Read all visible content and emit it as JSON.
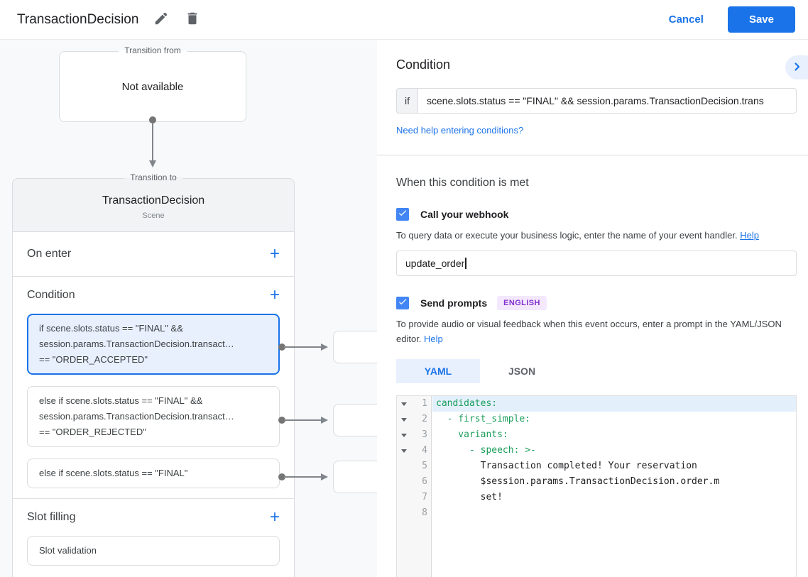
{
  "colors": {
    "accent_blue": "#1a73e8",
    "checkbox_blue": "#4285f4",
    "badge_bg": "#f3e8fd",
    "badge_text": "#8430ce",
    "selected_card_bg": "#e8f0fe",
    "selected_card_border": "#1a73e8",
    "code_key_green": "#1a9e5a",
    "active_code_line_bg": "#e3f0fc"
  },
  "header": {
    "title": "TransactionDecision",
    "cancel_label": "Cancel",
    "save_label": "Save"
  },
  "diagram": {
    "transition_from": {
      "legend": "Transition from",
      "content": "Not available"
    },
    "transition_to": {
      "legend": "Transition to",
      "title": "TransactionDecision",
      "subtitle": "Scene",
      "on_enter_label": "On enter",
      "condition_label": "Condition",
      "condition_items": [
        {
          "selected": true,
          "lines": [
            "if scene.slots.status == \"FINAL\" &&",
            "session.params.TransactionDecision.transact…",
            "== \"ORDER_ACCEPTED\""
          ]
        },
        {
          "selected": false,
          "lines": [
            "else if scene.slots.status == \"FINAL\" &&",
            "session.params.TransactionDecision.transact…",
            "== \"ORDER_REJECTED\""
          ]
        },
        {
          "selected": false,
          "lines": [
            "else if scene.slots.status == \"FINAL\""
          ]
        }
      ],
      "slot_filling_label": "Slot filling",
      "slot_items": [
        "Slot validation"
      ]
    }
  },
  "condition_panel": {
    "heading": "Condition",
    "if_label": "if",
    "if_value": "scene.slots.status == \"FINAL\" && session.params.TransactionDecision.trans",
    "help_link": "Need help entering conditions?"
  },
  "when_met": {
    "heading": "When this condition is met",
    "webhook_label": "Call your webhook",
    "webhook_description": "To query data or execute your business logic, enter the name of your event handler.",
    "webhook_help": "Help",
    "webhook_value": "update_order",
    "prompts_label": "Send prompts",
    "prompts_badge": "ENGLISH",
    "prompts_description": "To provide audio or visual feedback when this event occurs, enter a prompt in the YAML/JSON editor.",
    "prompts_help": "Help",
    "tabs": [
      {
        "label": "YAML",
        "active": true
      },
      {
        "label": "JSON",
        "active": false
      }
    ]
  },
  "editor": {
    "lines": [
      {
        "n": "1",
        "fold": true,
        "highlight": true,
        "segments": [
          {
            "t": "candidates:",
            "c": "key"
          }
        ]
      },
      {
        "n": "2",
        "fold": true,
        "segments": [
          {
            "t": "  - first_simple:",
            "c": "key"
          }
        ]
      },
      {
        "n": "3",
        "fold": true,
        "segments": [
          {
            "t": "    variants:",
            "c": "key"
          }
        ]
      },
      {
        "n": "4",
        "fold": true,
        "segments": [
          {
            "t": "      - speech: >-",
            "c": "key"
          }
        ]
      },
      {
        "n": "5",
        "segments": [
          {
            "t": "        Transaction completed! Your reservation",
            "c": "plain"
          }
        ]
      },
      {
        "n": "6",
        "segments": [
          {
            "t": "        $session.params.TransactionDecision.order.m",
            "c": "plain"
          }
        ]
      },
      {
        "n": "7",
        "segments": [
          {
            "t": "        set!",
            "c": "plain"
          }
        ]
      },
      {
        "n": "8",
        "segments": []
      }
    ]
  }
}
